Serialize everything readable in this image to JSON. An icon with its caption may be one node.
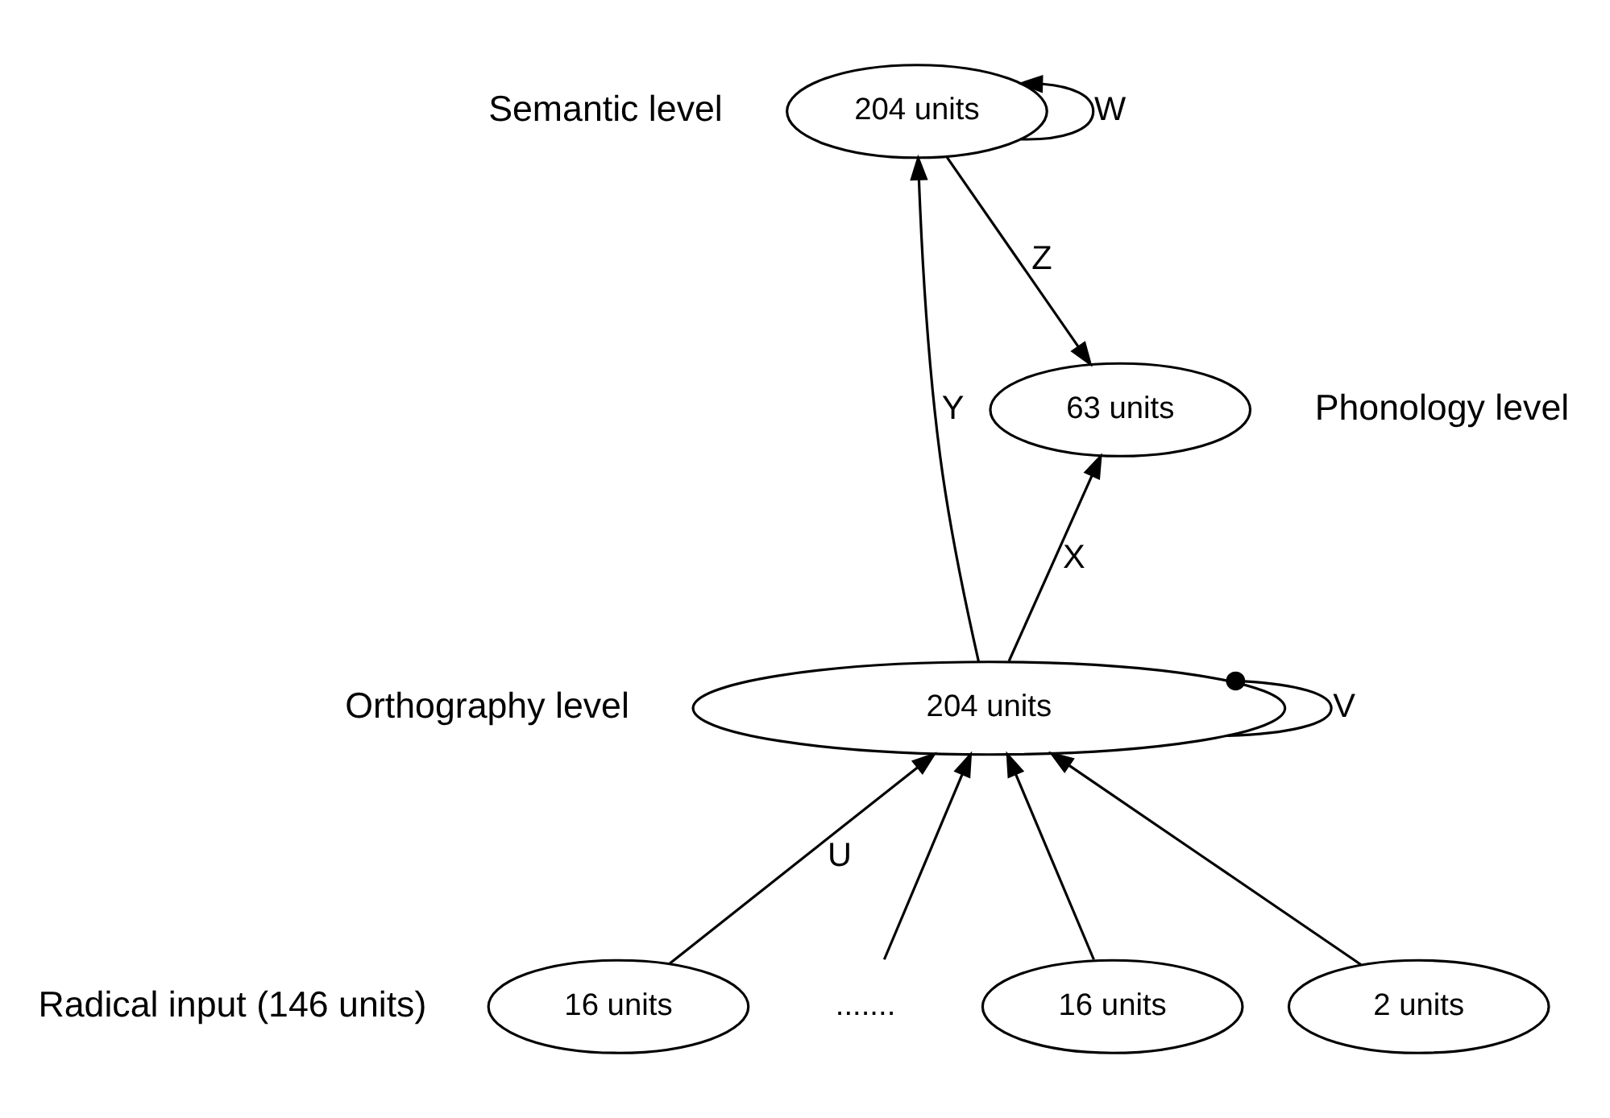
{
  "diagram": {
    "nodes": [
      {
        "text": [
          "204 units"
        ],
        "beside": [
          "Semantic level"
        ]
      },
      {
        "text": [
          "63 units"
        ],
        "beside": [
          "Phonology level"
        ]
      },
      {
        "text": [
          "204 units"
        ],
        "beside": [
          "Orthography level"
        ]
      },
      {
        "text": [
          "16 units"
        ]
      },
      {
        "text": [
          "......."
        ]
      },
      {
        "text": [
          "16 units"
        ]
      },
      {
        "text": [
          "2 units"
        ]
      }
    ],
    "edges": [
      {
        "from": 0,
        "to": 0,
        "arrow": "to",
        "label": "W"
      },
      {
        "from": 0,
        "to": 1,
        "arrow": "to",
        "label": "Z"
      },
      {
        "from": 2,
        "to": 0,
        "arrow": "to",
        "label": "Y"
      },
      {
        "from": 2,
        "to": 1,
        "arrow": "to",
        "label": "X"
      },
      {
        "from": 2,
        "to": 2,
        "arrow": "other",
        "label": "V"
      },
      {
        "from": 3,
        "to": 2,
        "arrow": "to",
        "label": "U"
      },
      {
        "from": 4,
        "to": 2,
        "arrow": "to"
      },
      {
        "from": 5,
        "to": 2,
        "arrow": "to"
      },
      {
        "from": 6,
        "to": 2,
        "arrow": "to"
      }
    ],
    "labels": [
      "Radical input (146 units)"
    ]
  }
}
